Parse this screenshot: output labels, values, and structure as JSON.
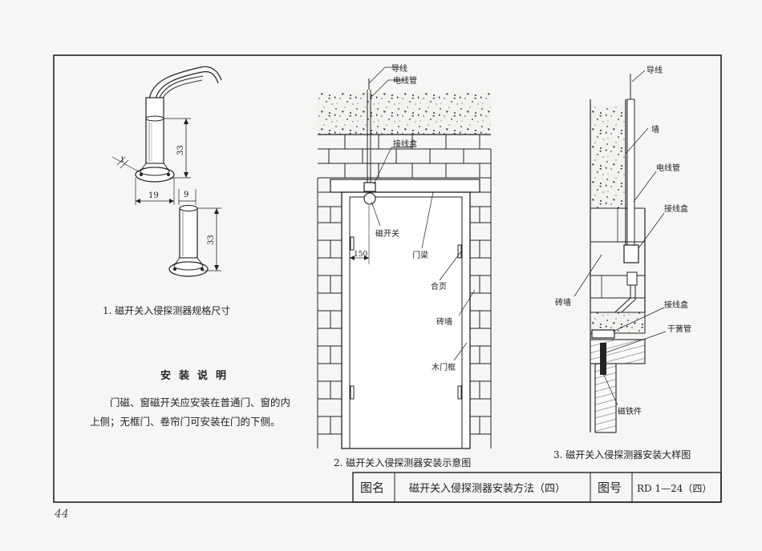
{
  "page_number": "44",
  "fig1": {
    "caption": "1. 磁开关入侵探测器规格尺寸",
    "dim_height_top": "33",
    "dim_height_bottom": "33",
    "dim_width": "19",
    "dim_side": "9",
    "dim_small": "1"
  },
  "fig2": {
    "caption": "2. 磁开关入侵探测器安装示意图",
    "labels": {
      "wire": "导线",
      "conduit": "电线管",
      "junction_box": "接线盒",
      "magnetic_switch": "磁开关",
      "lintel": "门梁",
      "offset": "150",
      "hinge": "合页",
      "brick_wall": "砖墙",
      "wood_frame": "木门框"
    }
  },
  "fig3": {
    "caption": "3. 磁开关入侵探测器安装大样图",
    "labels": {
      "wire": "导线",
      "wall": "墙",
      "conduit": "电线管",
      "junction_box_1": "接线盒",
      "brick_wall": "砖墙",
      "junction_box_2": "接线盒",
      "reed_tube": "干簧管",
      "magnet": "磁铁件"
    }
  },
  "notes": {
    "title": "安装说明",
    "body": "门磁、窗磁开关应安装在普通门、窗的内上侧；无框门、卷帘门可安装在门的下侧。"
  },
  "title_block": {
    "name_label": "图名",
    "name_value": "磁开关入侵探测器安装方法（四）",
    "number_label": "图号",
    "number_value": "RD 1—24（四）"
  }
}
